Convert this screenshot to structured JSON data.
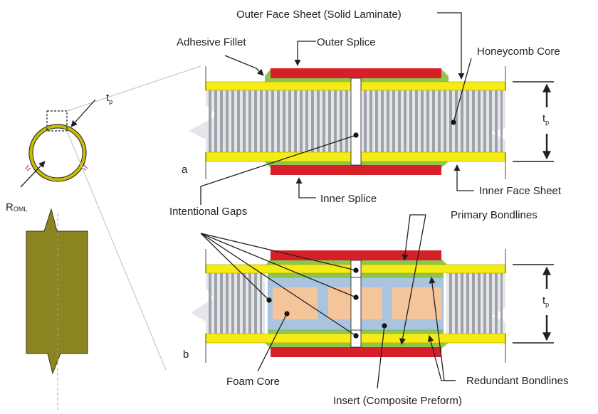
{
  "labels": {
    "outer_face_sheet": "Outer Face Sheet (Solid Laminate)",
    "adhesive_fillet": "Adhesive Fillet",
    "outer_splice": "Outer Splice",
    "honeycomb_core": "Honeycomb Core",
    "inner_splice": "Inner Splice",
    "inner_face_sheet": "Inner Face Sheet",
    "intentional_gaps": "Intentional Gaps",
    "primary_bondlines": "Primary Bondlines",
    "foam_core": "Foam Core",
    "insert": "Insert (Composite Preform)",
    "redundant_bondlines": "Redundant Bondlines",
    "panel_a": "a",
    "panel_b": "b",
    "tp_main": "t",
    "tp_sub": "p",
    "roml_main": "R",
    "roml_sub": "OML"
  },
  "colors": {
    "face_sheet": "#f5ec16",
    "splice": "#d71f2a",
    "adhesive": "#8dc64b",
    "core_light": "#e4e6ea",
    "core_dark": "#9fa3a9",
    "foam": "#f4c49a",
    "insert": "#a9c4de",
    "olive": "#8b8421",
    "ring": "#c0b700"
  }
}
